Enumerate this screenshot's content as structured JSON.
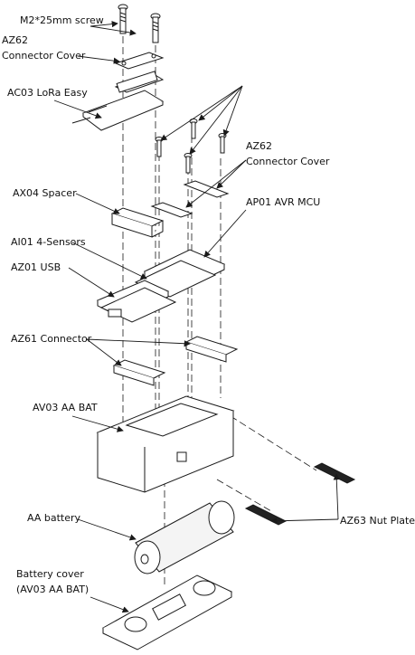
{
  "labels": {
    "screw": "M2*25mm screw",
    "az62_top_1": "AZ62",
    "az62_top_2": "Connector Cover",
    "ac03": "AC03 LoRa Easy",
    "az62_mid_1": "AZ62",
    "az62_mid_2": "Connector Cover",
    "ax04": "AX04 Spacer",
    "ap01": "AP01 AVR MCU",
    "ai01": "AI01 4-Sensors",
    "az01": "AZ01 USB",
    "az61": "AZ61 Connector",
    "av03": "AV03 AA BAT",
    "az63": "AZ63 Nut Plate",
    "aa_battery": "AA battery",
    "battery_cover_1": "Battery cover",
    "battery_cover_2": "(AV03 AA BAT)"
  },
  "colors": {
    "line": "#1a1a1a",
    "part_fill": "#ffffff",
    "battery_fill": "#f4f4f4",
    "nut_plate_fill": "#222222"
  }
}
